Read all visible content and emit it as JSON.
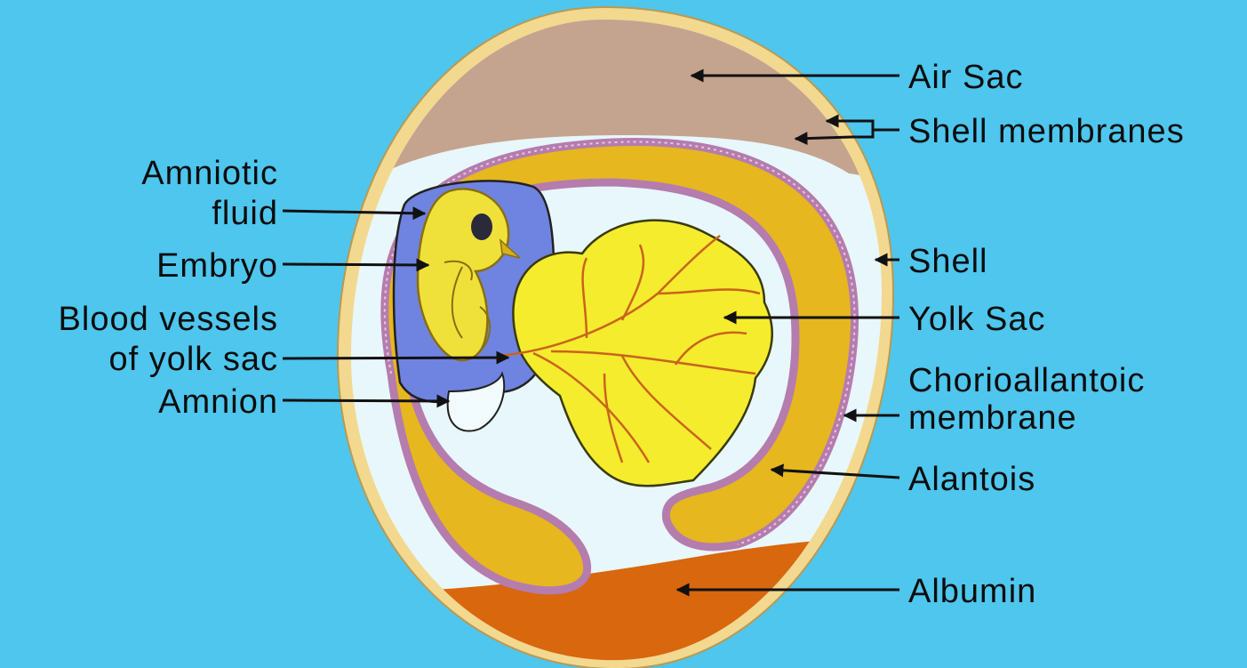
{
  "labels": {
    "air_sac": "Air Sac",
    "shell_membranes": "Shell membranes",
    "shell": "Shell",
    "yolk_sac": "Yolk Sac",
    "chorioallantoic_line1": "Chorioallantoic",
    "chorioallantoic_line2": "membrane",
    "alantois": "Alantois",
    "albumin": "Albumin",
    "amniotic_line1": "Amniotic",
    "amniotic_line2": "fluid",
    "embryo": "Embryo",
    "blood_vessels_line1": "Blood vessels",
    "blood_vessels_line2": "of yolk sac",
    "amnion": "Amnion"
  },
  "colors": {
    "background": "#4ec6ee",
    "shell": "#f3d88f",
    "air_sac": "#c4a48f",
    "albumen_space": "#e7f7fb",
    "allantois": "#e6b71f",
    "membrane": "#b57cae",
    "yolk": "#f5ec2d",
    "yolk_vessels": "#c8641c",
    "amniotic_fluid": "#6f84e0",
    "embryo": "#f0e13a",
    "albumin": "#d8670e",
    "text": "#0d0d0d"
  }
}
